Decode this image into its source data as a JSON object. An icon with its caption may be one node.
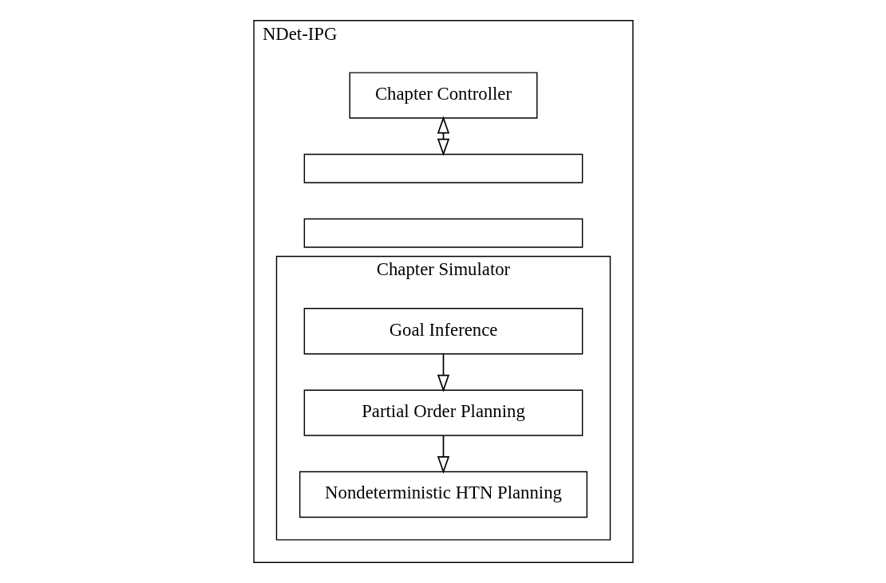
{
  "diagram": {
    "nodes": [
      {
        "text": [
          "NDet-IPG"
        ]
      },
      {
        "text": [
          "Chapter Controller"
        ],
        "in": 0
      },
      {
        "text": [],
        "shape": "box",
        "in": 0
      },
      {
        "text": [],
        "shape": "box",
        "in": 0
      },
      {
        "text": [
          "Chapter Simulator"
        ],
        "in": 0
      },
      {
        "text": [
          "Goal Inference"
        ],
        "in": 4
      },
      {
        "text": [
          "Partial Order Planning"
        ],
        "in": 4
      },
      {
        "text": [
          "Nondeterministic HTN Planning"
        ],
        "in": 4
      }
    ],
    "edges": [
      {
        "from": 1,
        "to": 2,
        "arrow": "both"
      },
      {
        "from": 5,
        "to": 6,
        "arrow": "to"
      },
      {
        "from": 6,
        "to": 7,
        "arrow": "to"
      }
    ]
  }
}
